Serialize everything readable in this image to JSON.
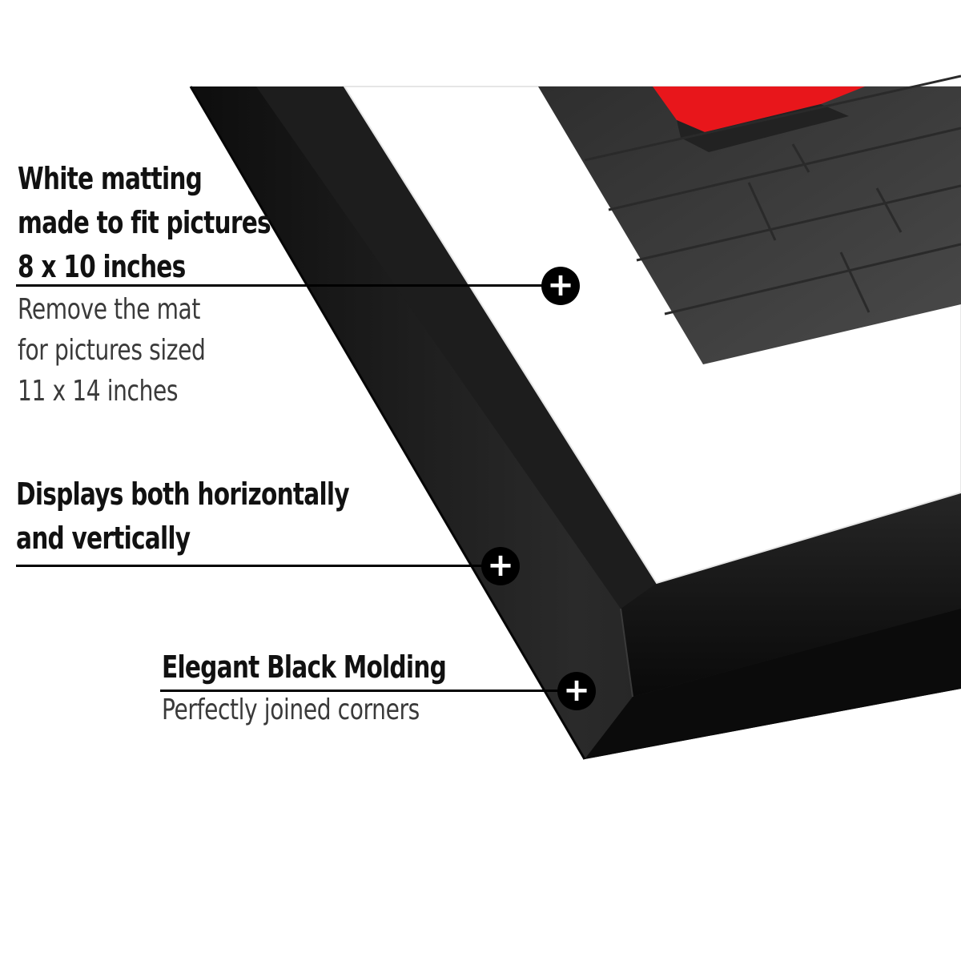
{
  "callouts": [
    {
      "heading": [
        "White matting",
        "made to fit pictures",
        "8 x 10 inches"
      ],
      "details": [
        "Remove the mat",
        "for pictures sized",
        "11 x 14 inches"
      ]
    },
    {
      "heading": [
        "Displays both horizontally",
        "and vertically"
      ],
      "details": []
    },
    {
      "heading": [
        "Elegant Black Molding"
      ],
      "details": [
        "Perfectly joined corners"
      ]
    }
  ],
  "markers": [
    {
      "icon": "plus-icon",
      "glyph": "+"
    },
    {
      "icon": "plus-icon",
      "glyph": "+"
    },
    {
      "icon": "plus-icon",
      "glyph": "+"
    }
  ],
  "colors": {
    "frame": "#111111",
    "mat": "#ffffff",
    "photo_red": "#e8161b",
    "photo_gray": "#3d3d3d",
    "background": "#ffffff"
  }
}
